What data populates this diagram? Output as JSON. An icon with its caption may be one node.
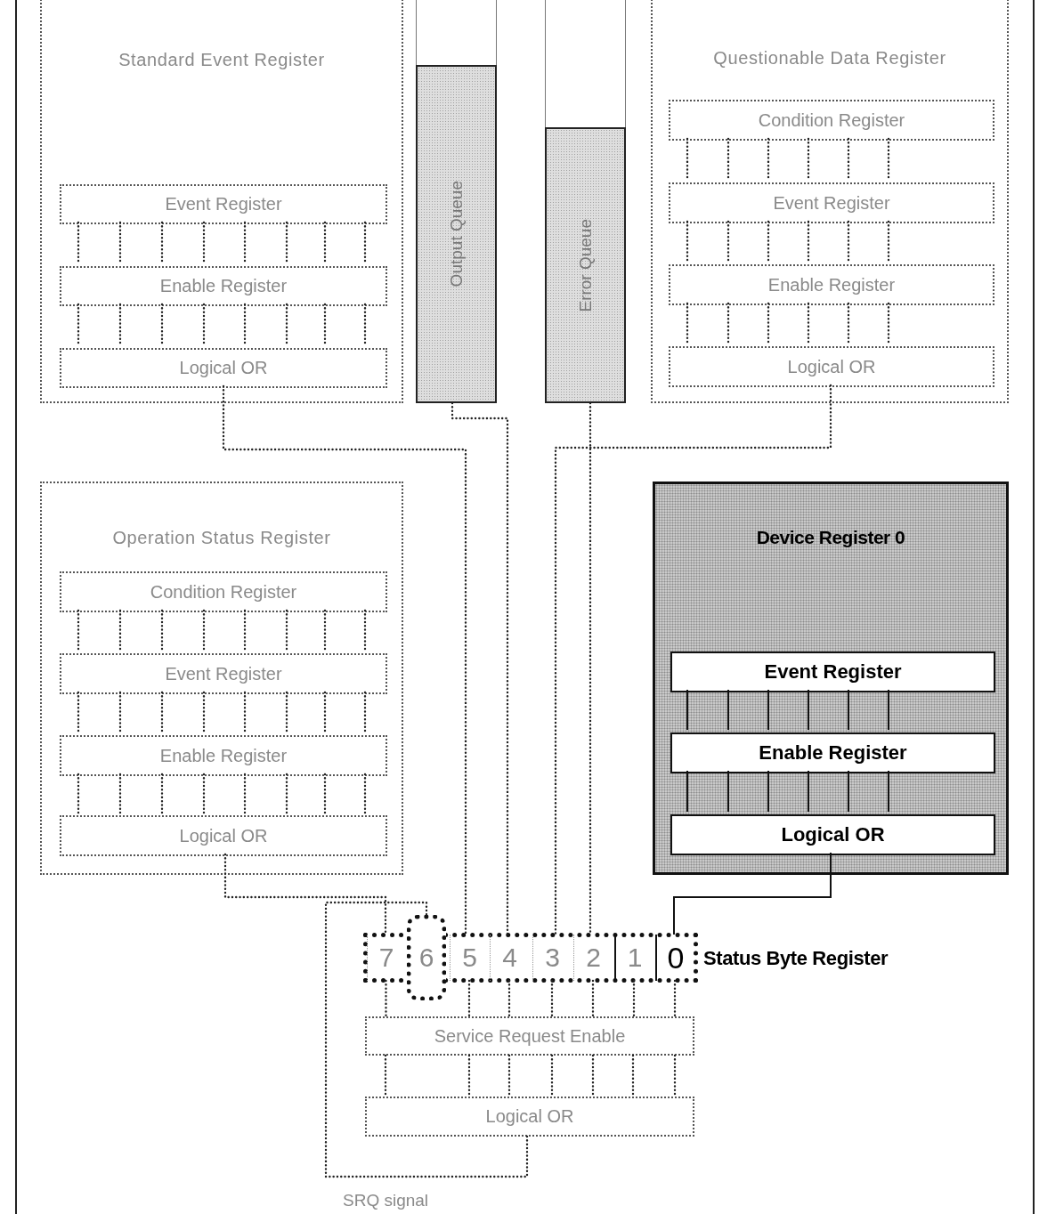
{
  "diagram": {
    "nodes": [
      {
        "text": [
          "Standard Event Register"
        ]
      },
      {
        "text": [
          "Event Register"
        ],
        "in": 0
      },
      {
        "text": [
          "Enable Register"
        ],
        "in": 0
      },
      {
        "text": [
          "Logical OR"
        ],
        "in": 0
      },
      {
        "text": [
          "Output Queue"
        ]
      },
      {
        "text": [
          "Error Queue"
        ]
      },
      {
        "text": [
          "Questionable Data Register"
        ]
      },
      {
        "text": [
          "Condition Register"
        ],
        "in": 6
      },
      {
        "text": [
          "Event Register"
        ],
        "in": 6
      },
      {
        "text": [
          "Enable Register"
        ],
        "in": 6
      },
      {
        "text": [
          "Logical OR"
        ],
        "in": 6
      },
      {
        "text": [
          "Operation Status Register"
        ]
      },
      {
        "text": [
          "Condition Register"
        ],
        "in": 11
      },
      {
        "text": [
          "Event Register"
        ],
        "in": 11
      },
      {
        "text": [
          "Enable Register"
        ],
        "in": 11
      },
      {
        "text": [
          "Logical OR"
        ],
        "in": 11
      },
      {
        "text": [
          "Device Register 0"
        ]
      },
      {
        "text": [
          "Event Register"
        ],
        "in": 16
      },
      {
        "text": [
          "Enable Register"
        ],
        "in": 16
      },
      {
        "text": [
          "Logical OR"
        ],
        "in": 16
      },
      {
        "text": [
          "Status Byte Register"
        ]
      },
      {
        "text": [
          "7"
        ],
        "in": 20
      },
      {
        "text": [
          "6"
        ]
      },
      {
        "text": [
          "5"
        ],
        "in": 20
      },
      {
        "text": [
          "4"
        ],
        "in": 20
      },
      {
        "text": [
          "3"
        ],
        "in": 20
      },
      {
        "text": [
          "2"
        ],
        "in": 20
      },
      {
        "text": [
          "1"
        ],
        "in": 20
      },
      {
        "text": [
          "0"
        ],
        "in": 20
      },
      {
        "text": [
          "Service Request Enable"
        ]
      },
      {
        "text": [
          "Logical OR"
        ]
      }
    ],
    "edges": [
      {
        "from": 3,
        "to": 23,
        "arrow": "none",
        "style": "dashed"
      },
      {
        "from": 4,
        "to": 24,
        "arrow": "none",
        "style": "dashed"
      },
      {
        "from": 5,
        "to": 26,
        "arrow": "none",
        "style": "dashed"
      },
      {
        "from": 10,
        "to": 25,
        "arrow": "none",
        "style": "dashed"
      },
      {
        "from": 15,
        "to": 21,
        "arrow": "none",
        "style": "dashed"
      },
      {
        "from": 19,
        "to": 28,
        "arrow": "none"
      },
      {
        "from": 30,
        "to": 22,
        "arrow": "none",
        "style": "dashed"
      },
      {
        "from": 1,
        "to": 2,
        "arrow": "none",
        "style": "dashed"
      },
      {
        "from": 1,
        "to": 2,
        "arrow": "none",
        "style": "dashed"
      },
      {
        "from": 1,
        "to": 2,
        "arrow": "none",
        "style": "dashed"
      },
      {
        "from": 1,
        "to": 2,
        "arrow": "none",
        "style": "dashed"
      },
      {
        "from": 1,
        "to": 2,
        "arrow": "none",
        "style": "dashed"
      },
      {
        "from": 1,
        "to": 2,
        "arrow": "none",
        "style": "dashed"
      },
      {
        "from": 1,
        "to": 2,
        "arrow": "none",
        "style": "dashed"
      },
      {
        "from": 1,
        "to": 2,
        "arrow": "none",
        "style": "dashed"
      },
      {
        "from": 2,
        "to": 3,
        "arrow": "none",
        "style": "dashed"
      },
      {
        "from": 2,
        "to": 3,
        "arrow": "none",
        "style": "dashed"
      },
      {
        "from": 2,
        "to": 3,
        "arrow": "none",
        "style": "dashed"
      },
      {
        "from": 2,
        "to": 3,
        "arrow": "none",
        "style": "dashed"
      },
      {
        "from": 2,
        "to": 3,
        "arrow": "none",
        "style": "dashed"
      },
      {
        "from": 2,
        "to": 3,
        "arrow": "none",
        "style": "dashed"
      },
      {
        "from": 2,
        "to": 3,
        "arrow": "none",
        "style": "dashed"
      },
      {
        "from": 2,
        "to": 3,
        "arrow": "none",
        "style": "dashed"
      },
      {
        "from": 7,
        "to": 8,
        "arrow": "none",
        "style": "dashed"
      },
      {
        "from": 7,
        "to": 8,
        "arrow": "none",
        "style": "dashed"
      },
      {
        "from": 7,
        "to": 8,
        "arrow": "none",
        "style": "dashed"
      },
      {
        "from": 7,
        "to": 8,
        "arrow": "none",
        "style": "dashed"
      },
      {
        "from": 7,
        "to": 8,
        "arrow": "none",
        "style": "dashed"
      },
      {
        "from": 7,
        "to": 8,
        "arrow": "none",
        "style": "dashed"
      },
      {
        "from": 8,
        "to": 9,
        "arrow": "none",
        "style": "dashed"
      },
      {
        "from": 8,
        "to": 9,
        "arrow": "none",
        "style": "dashed"
      },
      {
        "from": 8,
        "to": 9,
        "arrow": "none",
        "style": "dashed"
      },
      {
        "from": 8,
        "to": 9,
        "arrow": "none",
        "style": "dashed"
      },
      {
        "from": 8,
        "to": 9,
        "arrow": "none",
        "style": "dashed"
      },
      {
        "from": 8,
        "to": 9,
        "arrow": "none",
        "style": "dashed"
      },
      {
        "from": 9,
        "to": 10,
        "arrow": "none",
        "style": "dashed"
      },
      {
        "from": 9,
        "to": 10,
        "arrow": "none",
        "style": "dashed"
      },
      {
        "from": 9,
        "to": 10,
        "arrow": "none",
        "style": "dashed"
      },
      {
        "from": 9,
        "to": 10,
        "arrow": "none",
        "style": "dashed"
      },
      {
        "from": 9,
        "to": 10,
        "arrow": "none",
        "style": "dashed"
      },
      {
        "from": 9,
        "to": 10,
        "arrow": "none",
        "style": "dashed"
      },
      {
        "from": 12,
        "to": 13,
        "arrow": "none",
        "style": "dashed"
      },
      {
        "from": 12,
        "to": 13,
        "arrow": "none",
        "style": "dashed"
      },
      {
        "from": 12,
        "to": 13,
        "arrow": "none",
        "style": "dashed"
      },
      {
        "from": 12,
        "to": 13,
        "arrow": "none",
        "style": "dashed"
      },
      {
        "from": 12,
        "to": 13,
        "arrow": "none",
        "style": "dashed"
      },
      {
        "from": 12,
        "to": 13,
        "arrow": "none",
        "style": "dashed"
      },
      {
        "from": 12,
        "to": 13,
        "arrow": "none",
        "style": "dashed"
      },
      {
        "from": 12,
        "to": 13,
        "arrow": "none",
        "style": "dashed"
      },
      {
        "from": 13,
        "to": 14,
        "arrow": "none",
        "style": "dashed"
      },
      {
        "from": 13,
        "to": 14,
        "arrow": "none",
        "style": "dashed"
      },
      {
        "from": 13,
        "to": 14,
        "arrow": "none",
        "style": "dashed"
      },
      {
        "from": 13,
        "to": 14,
        "arrow": "none",
        "style": "dashed"
      },
      {
        "from": 13,
        "to": 14,
        "arrow": "none",
        "style": "dashed"
      },
      {
        "from": 13,
        "to": 14,
        "arrow": "none",
        "style": "dashed"
      },
      {
        "from": 13,
        "to": 14,
        "arrow": "none",
        "style": "dashed"
      },
      {
        "from": 13,
        "to": 14,
        "arrow": "none",
        "style": "dashed"
      },
      {
        "from": 14,
        "to": 15,
        "arrow": "none",
        "style": "dashed"
      },
      {
        "from": 14,
        "to": 15,
        "arrow": "none",
        "style": "dashed"
      },
      {
        "from": 14,
        "to": 15,
        "arrow": "none",
        "style": "dashed"
      },
      {
        "from": 14,
        "to": 15,
        "arrow": "none",
        "style": "dashed"
      },
      {
        "from": 14,
        "to": 15,
        "arrow": "none",
        "style": "dashed"
      },
      {
        "from": 14,
        "to": 15,
        "arrow": "none",
        "style": "dashed"
      },
      {
        "from": 14,
        "to": 15,
        "arrow": "none",
        "style": "dashed"
      },
      {
        "from": 14,
        "to": 15,
        "arrow": "none",
        "style": "dashed"
      },
      {
        "from": 17,
        "to": 18,
        "arrow": "none"
      },
      {
        "from": 17,
        "to": 18,
        "arrow": "none"
      },
      {
        "from": 17,
        "to": 18,
        "arrow": "none"
      },
      {
        "from": 17,
        "to": 18,
        "arrow": "none"
      },
      {
        "from": 17,
        "to": 18,
        "arrow": "none"
      },
      {
        "from": 17,
        "to": 18,
        "arrow": "none"
      },
      {
        "from": 18,
        "to": 19,
        "arrow": "none"
      },
      {
        "from": 18,
        "to": 19,
        "arrow": "none"
      },
      {
        "from": 18,
        "to": 19,
        "arrow": "none"
      },
      {
        "from": 18,
        "to": 19,
        "arrow": "none"
      },
      {
        "from": 18,
        "to": 19,
        "arrow": "none"
      },
      {
        "from": 18,
        "to": 19,
        "arrow": "none"
      },
      {
        "from": 21,
        "to": 29,
        "arrow": "none",
        "style": "dashed"
      },
      {
        "from": 23,
        "to": 29,
        "arrow": "none",
        "style": "dashed"
      },
      {
        "from": 24,
        "to": 29,
        "arrow": "none",
        "style": "dashed"
      },
      {
        "from": 25,
        "to": 29,
        "arrow": "none",
        "style": "dashed"
      },
      {
        "from": 26,
        "to": 29,
        "arrow": "none",
        "style": "dashed"
      },
      {
        "from": 27,
        "to": 29,
        "arrow": "none",
        "style": "dashed"
      },
      {
        "from": 28,
        "to": 29,
        "arrow": "none",
        "style": "dashed"
      },
      {
        "from": 29,
        "to": 30,
        "arrow": "none",
        "style": "dashed"
      },
      {
        "from": 29,
        "to": 30,
        "arrow": "none",
        "style": "dashed"
      },
      {
        "from": 29,
        "to": 30,
        "arrow": "none",
        "style": "dashed"
      },
      {
        "from": 29,
        "to": 30,
        "arrow": "none",
        "style": "dashed"
      },
      {
        "from": 29,
        "to": 30,
        "arrow": "none",
        "style": "dashed"
      },
      {
        "from": 29,
        "to": 30,
        "arrow": "none",
        "style": "dashed"
      },
      {
        "from": 29,
        "to": 30,
        "arrow": "none",
        "style": "dashed"
      }
    ],
    "labels": [
      "SRQ signal"
    ]
  }
}
